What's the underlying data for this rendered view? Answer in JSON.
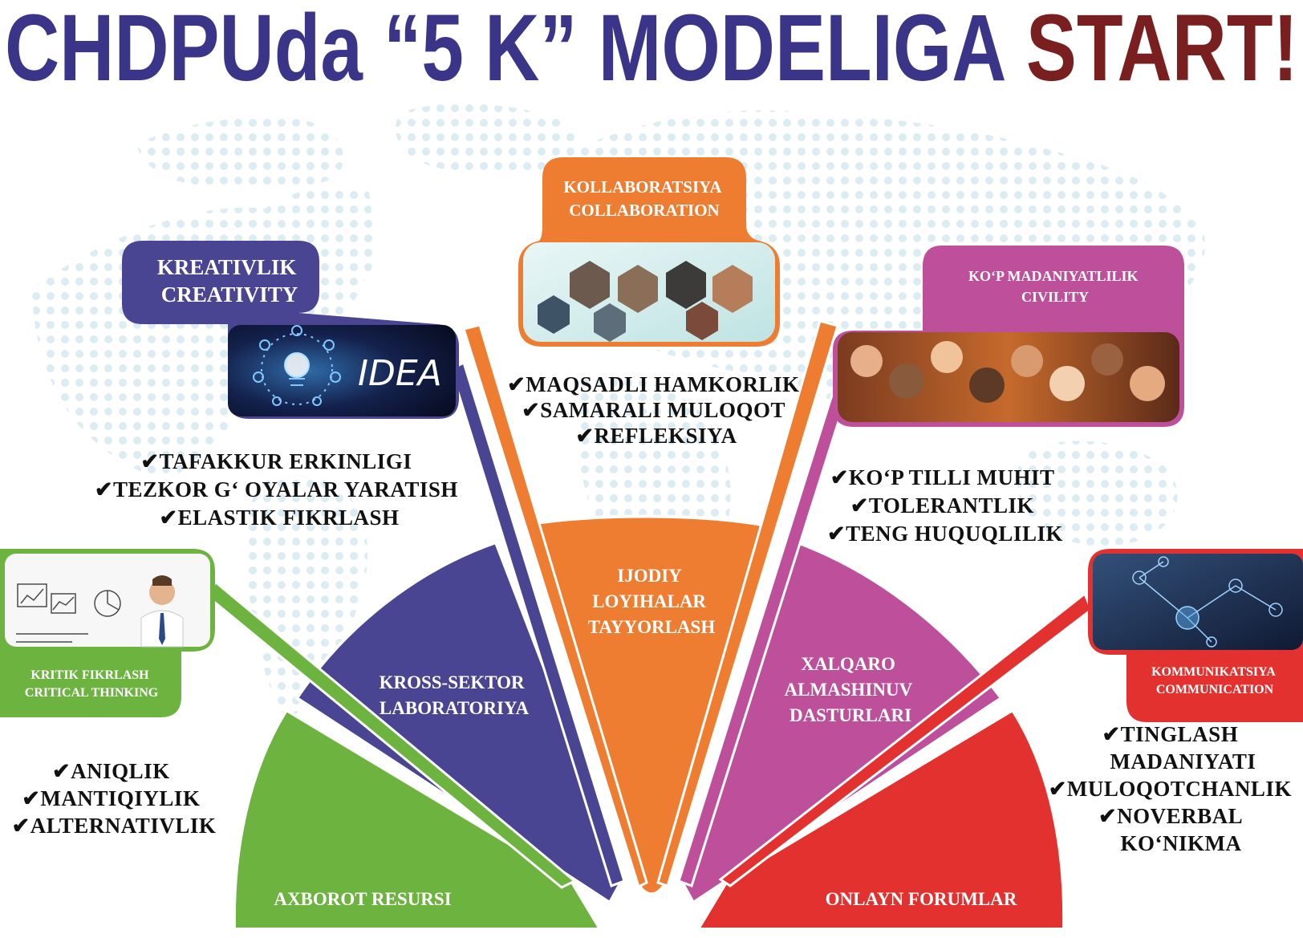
{
  "title": {
    "main": "CHDPUda “5 K” MODELIGA",
    "accent": "START!"
  },
  "colors": {
    "purple": "#4a4592",
    "orange": "#ee7d31",
    "magenta": "#bd4f9b",
    "green": "#6db33f",
    "red": "#e2312f",
    "title_blue": "#3b3589",
    "title_red": "#7a1f1f",
    "map_dots": "#dcecf3"
  },
  "cards": {
    "creativity": {
      "line1": "KREATIVLIK",
      "line2": "CREATIVITY",
      "image_text": "IDEA",
      "icon": "lightbulb-head-icon"
    },
    "collaboration": {
      "line1": "KOLLABORATSIYA",
      "line2": "COLLABORATION",
      "icon": "teamwork-collage-image"
    },
    "civility": {
      "line1": "KOʻP MADANIYATLILIK",
      "line2": "CIVILITY",
      "icon": "faces-collage-image"
    },
    "critical": {
      "line1": "KRITIK FIKRLASH",
      "line2": "CRITICAL THINKING",
      "icon": "businessman-charts-image"
    },
    "communication": {
      "line1": "KOMMUNIKATSIYA",
      "line2": "COMMUNICATION",
      "icon": "network-phone-image"
    }
  },
  "checklists": {
    "creativity": [
      "TAFAKKUR ERKINLIGI",
      "TEZKOR Gʻ OYALAR YARATISH",
      "ELASTIK FIKRLASH"
    ],
    "collaboration": [
      "MAQSADLI HAMKORLIK",
      "SAMARALI MULOQOT",
      "REFLEKSIYA"
    ],
    "civility": [
      "KOʻP TILLI MUHIT",
      "TOLERANTLIK",
      "TENG HUQUQLILIK"
    ],
    "critical": [
      "ANIQLIK",
      "MANTIQIYLIK",
      "ALTERNATIVLIK"
    ],
    "communication": [
      "TINGLASH",
      "MADANIYATI",
      "MULOQOTCHANLIK",
      "NOVERBAL",
      "KOʻNIKMA"
    ]
  },
  "check_mark": "✔",
  "segments": {
    "green": [
      "AXBOROT RESURSI"
    ],
    "purple": [
      "KROSS-SEKTOR",
      "LABORATORIYA"
    ],
    "orange": [
      "IJODIY",
      "LOYIHALAR",
      "TAYYORLASH"
    ],
    "magenta": [
      "XALQARO",
      "ALMASHINUV",
      "DASTURLARI"
    ],
    "red": [
      "ONLAYN FORUMLAR"
    ]
  }
}
